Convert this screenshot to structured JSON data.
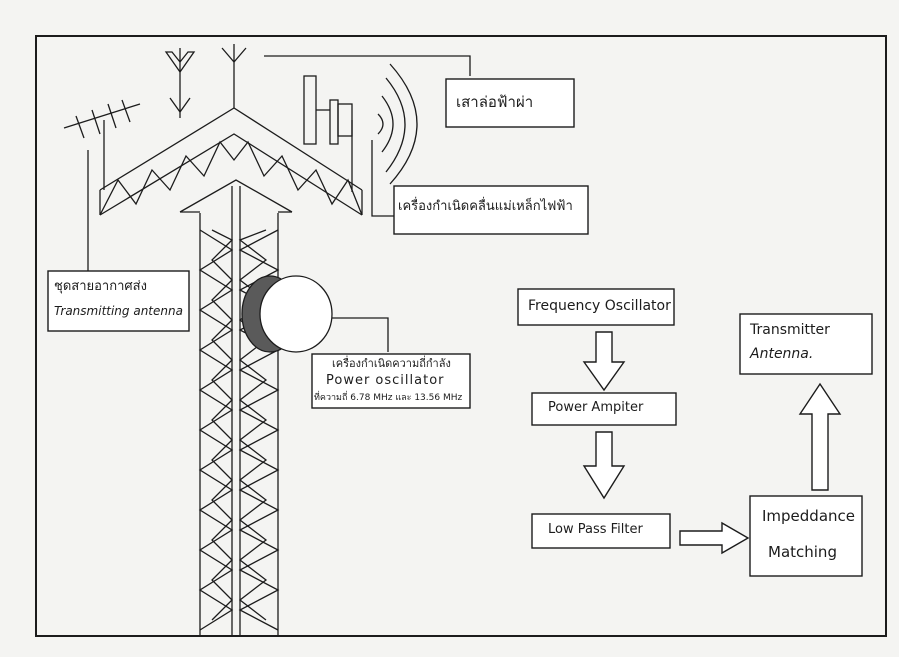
{
  "labels": {
    "lightning_rod": "เสาล่อฟ้าผ่า",
    "microwave_dish": "เครื่องกำเนิดคลื่นแม่เหล็กไฟฟ้า",
    "transmit_antenna_line1": "ชุดสายอากาศส่ง",
    "transmit_antenna_line2": "Transmitting antenna",
    "power_osc_line1": "เครื่องกำเนิดความถี่กำลัง",
    "power_osc_line2": "Power oscillator",
    "power_osc_line3": "ที่ความถี่ 6.78 MHz และ 13.56 MHz"
  },
  "flow": {
    "frequency_oscillator": "Frequency Oscillator",
    "power_amplifier": "Power Ampiter",
    "low_pass_filter": "Low Pass Filter",
    "impedance_line1": "Impeddance",
    "impedance_line2": "Matching",
    "antenna_line1": "Transmitter",
    "antenna_line2": "Antenna."
  },
  "colors": {
    "ink": "#1c1c1c",
    "paper": "#f4f4f2"
  }
}
